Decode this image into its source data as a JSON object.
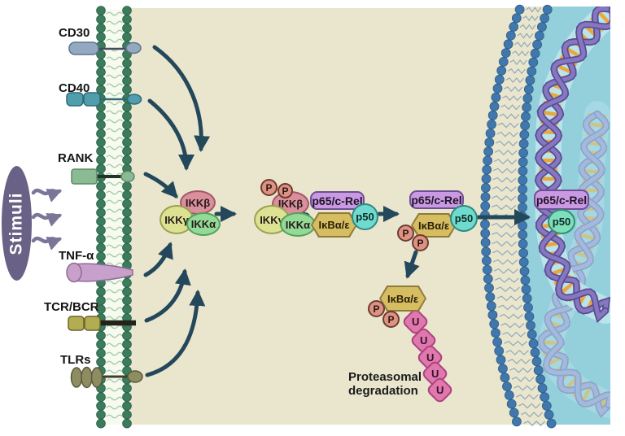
{
  "stimuli": {
    "label": "Stimuli"
  },
  "receptors": [
    {
      "id": "cd30",
      "label": "CD30"
    },
    {
      "id": "cd40",
      "label": "CD40"
    },
    {
      "id": "rank",
      "label": "RANK"
    },
    {
      "id": "tnfa",
      "label": "TNF-α"
    },
    {
      "id": "tcrbcr",
      "label": "TCR/BCR"
    },
    {
      "id": "tlrs",
      "label": "TLRs"
    }
  ],
  "ikk": {
    "beta": "IKKβ",
    "gamma": "IKKγ",
    "alpha": "IKKα"
  },
  "phospho": {
    "label": "P"
  },
  "nfkb": {
    "p65": "p65/c-Rel",
    "ikb": "IκBα/ε",
    "p50": "p50"
  },
  "ubiquitin": {
    "label": "U",
    "count": 5
  },
  "caption": {
    "line1": "Proteasomal",
    "line2": "degradation"
  },
  "colors": {
    "cytoplasm": "#e9e6cd",
    "nucleus": "#93d0db",
    "cell_membrane_bead": "#3a7c5c",
    "cell_membrane_bead_stroke": "#2a5f46",
    "cell_membrane_inner": "#f7faef",
    "cell_membrane_wave": "#a3cba8",
    "nuclear_membrane_bead": "#4077ac",
    "nuclear_membrane_bead_stroke": "#305e88",
    "nuclear_membrane_wave": "#93a8bc",
    "arrow": "#24485b",
    "stimuli_fill": "#6a6186",
    "stimuli_arrow": "#7d7598",
    "ikk_beta": "#d9909b",
    "ikk_gamma": "#dde293",
    "ikk_alpha": "#93da96",
    "phospho": "#dd9283",
    "p65": "#c99ae3",
    "ikb_fill": "#d6bd62",
    "ikb_border": "#8f7b39",
    "p50": "#6fdbce",
    "p50_nuclear": "#7edfbb",
    "ubiquitin": "#e078ae",
    "dna_strand": "#8677c1",
    "dna_strand_dark": "#5b4b93",
    "dna_rung": "#eaa83c",
    "dna_band": "#b9e4ea",
    "cd30": "#93a9c1",
    "cd40": "#4f9dad",
    "rank": "#8abb95",
    "tnfa": "#c7a0cb",
    "tcrbcr": "#b3ad52",
    "tlrs": "#8e8c62"
  }
}
